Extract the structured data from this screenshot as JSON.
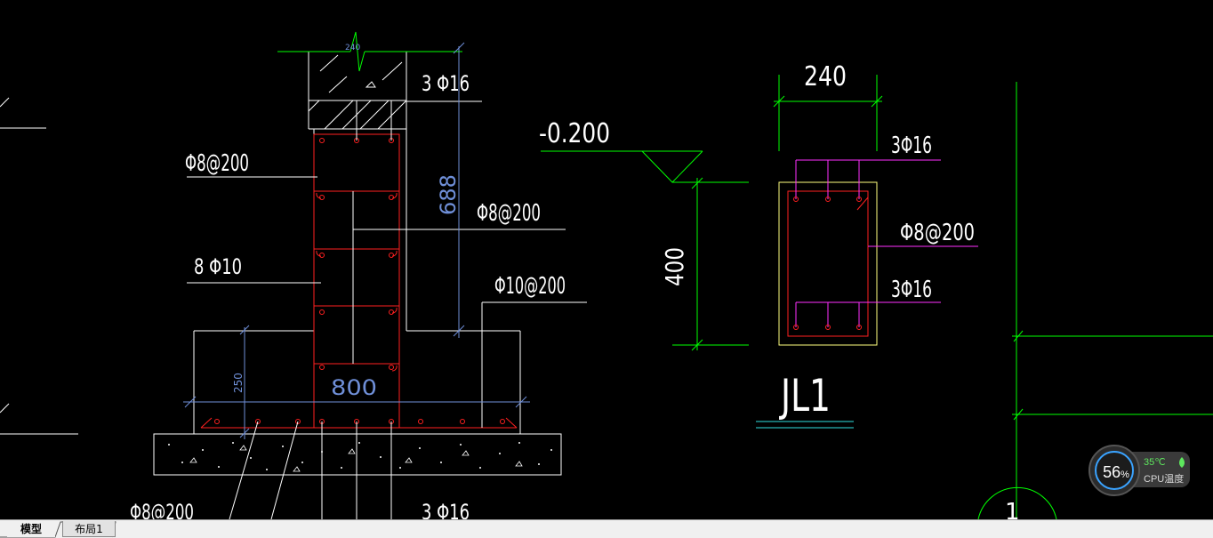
{
  "drawing": {
    "left_section": {
      "wall_width": "240",
      "top_rebar": "3 Φ16",
      "stirrup_label_upper": "Φ8@200",
      "stirrup_label_right": "Φ8@200",
      "side_rebar": "8 Φ10",
      "base_rebar": "Φ10@200",
      "height_dim": "688",
      "base_height_dim": "250",
      "base_width_dim": "800",
      "bottom_stirrup_label": "Φ8@200",
      "bottom_rebar": "3 Φ16"
    },
    "elevation": {
      "level": "-0.200",
      "height_dim": "400"
    },
    "jl1": {
      "width_dim": "240",
      "top_rebar": "3Φ16",
      "stirrup": "Φ8@200",
      "bottom_rebar": "3Φ16",
      "title": "JL1"
    },
    "right_edge": {
      "number": "1"
    }
  },
  "tabs": [
    {
      "label": "模型",
      "active": true
    },
    {
      "label": "布局1",
      "active": false
    }
  ],
  "cpu_widget": {
    "percent": "56",
    "percent_sign": "%",
    "temperature": "35℃",
    "label": "CPU温度"
  },
  "colors": {
    "background": "#000000",
    "white_line": "#ffffff",
    "green_line": "#00ff00",
    "blue_dim": "#6f8fd8",
    "red_rebar": "#ff2020",
    "magenta": "#ff30ff",
    "yellow": "#ffff80",
    "cyan": "#30e0e0"
  }
}
